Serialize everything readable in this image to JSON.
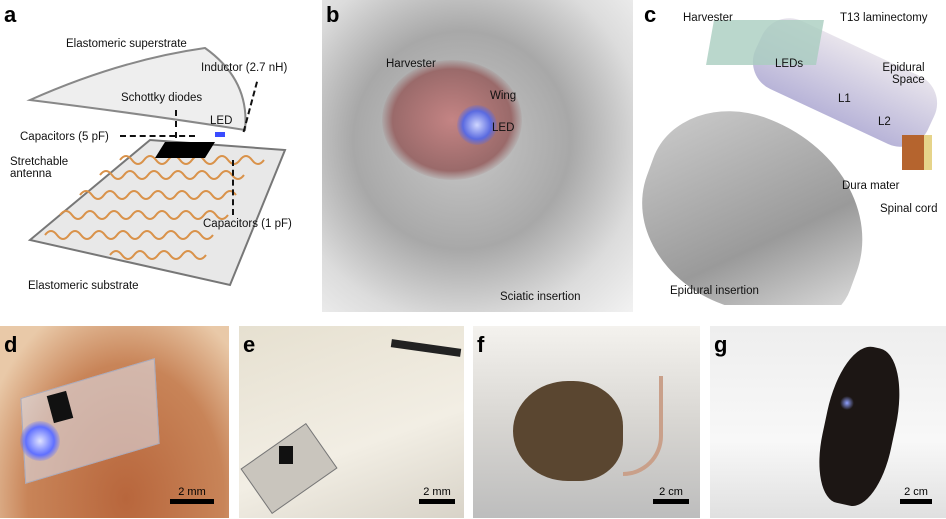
{
  "panels": {
    "a": {
      "letter": "a",
      "labels": {
        "superstrate": "Elastomeric superstrate",
        "inductor": "Inductor (2.7 nH)",
        "schottky": "Schottky diodes",
        "led": "LED",
        "cap5": "Capacitors (5 pF)",
        "antenna1": "Stretchable",
        "antenna2": "antenna",
        "cap1": "Capacitors (1 pF)",
        "substrate": "Elastomeric substrate"
      }
    },
    "b": {
      "letter": "b",
      "labels": {
        "harvester": "Harvester",
        "wing": "Wing",
        "led": "LED",
        "sciatic": "Sciatic insertion"
      }
    },
    "c": {
      "letter": "c",
      "labels": {
        "harvester": "Harvester",
        "t13": "T13 laminectomy",
        "leds": "LEDs",
        "epidural1": "Epidural",
        "epidural2": "Space",
        "l1": "L1",
        "l2": "L2",
        "dura": "Dura mater",
        "spinal": "Spinal cord",
        "epi_ins": "Epidural insertion"
      }
    },
    "d": {
      "letter": "d",
      "scale": "2 mm"
    },
    "e": {
      "letter": "e",
      "scale": "2 mm"
    },
    "f": {
      "letter": "f",
      "scale": "2 cm"
    },
    "g": {
      "letter": "g",
      "scale": "2 cm"
    }
  },
  "colors": {
    "antenna": "#d9924a",
    "led": "#3a4cff",
    "skin": "#c98a5e",
    "mouse_brown": "#5a4630",
    "mouse_black": "#1c1614"
  }
}
